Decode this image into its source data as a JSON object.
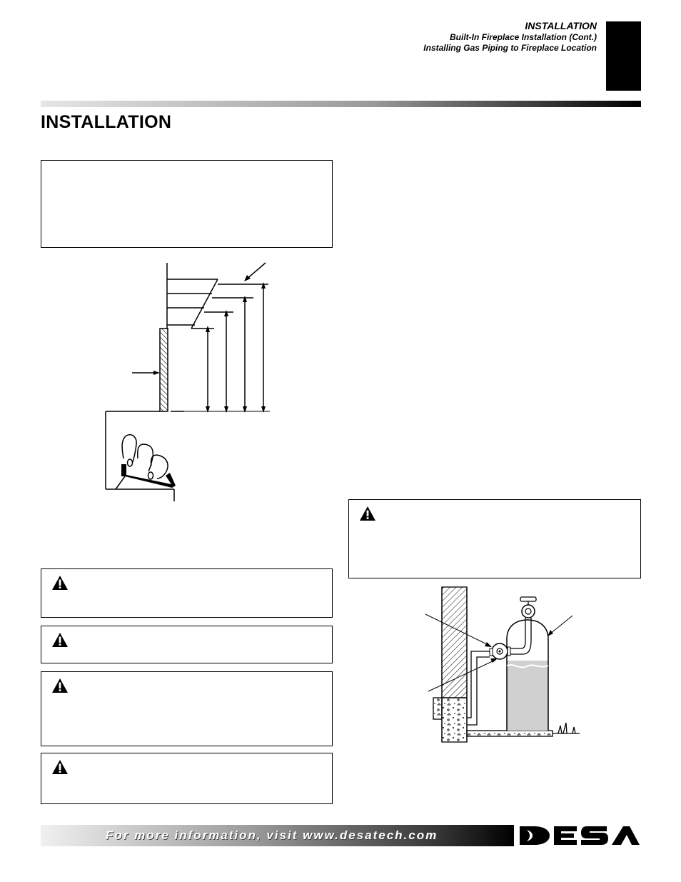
{
  "header": {
    "title": "INSTALLATION",
    "subtitle_1": "Built-In Fireplace Installation (Cont.)",
    "subtitle_2": "Installing Gas Piping to Fireplace Location"
  },
  "section": {
    "heading": "INSTALLATION"
  },
  "footer": {
    "text": "For more information, visit www.desatech.com",
    "logo": "DESA"
  },
  "icons": {
    "warning": "warning-triangle-icon"
  },
  "colors": {
    "text": "#000000",
    "background": "#ffffff"
  }
}
